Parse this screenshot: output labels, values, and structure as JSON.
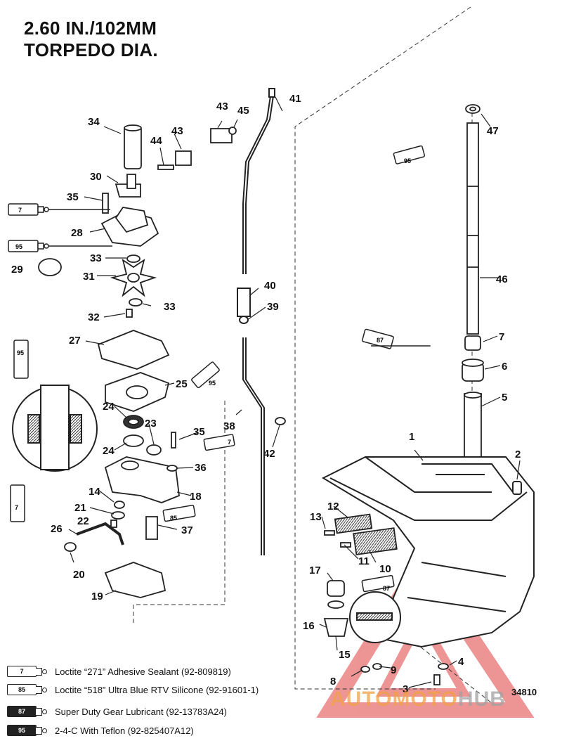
{
  "title": {
    "line1": "2.60 IN./102MM",
    "line2": "TORPEDO DIA."
  },
  "callouts": [
    "1",
    "2",
    "3",
    "4",
    "5",
    "6",
    "7",
    "8",
    "9",
    "10",
    "11",
    "12",
    "13",
    "14",
    "15",
    "16",
    "17",
    "18",
    "19",
    "20",
    "21",
    "22",
    "23",
    "24",
    "24",
    "25",
    "26",
    "27",
    "28",
    "29",
    "30",
    "31",
    "32",
    "33",
    "33",
    "34",
    "35",
    "35",
    "36",
    "37",
    "38",
    "39",
    "40",
    "41",
    "42",
    "43",
    "43",
    "44",
    "45",
    "46",
    "47"
  ],
  "tubes": [
    "7",
    "95",
    "95",
    "87",
    "95",
    "7",
    "85",
    "7",
    "87",
    "95"
  ],
  "legend": [
    {
      "code": "7",
      "text": "Loctite “271” Adhesive Sealant (92-809819)"
    },
    {
      "code": "85",
      "text": "Loctite “518” Ultra Blue RTV Silicone (92-91601-1)"
    },
    {
      "code": "87",
      "text": "Super Duty Gear Lubricant (92-13783A24)"
    },
    {
      "code": "95",
      "text": "2-4-C  With Teflon (92-825407A12)"
    }
  ],
  "figure_number": "34810",
  "watermark": {
    "part1": "AUTOMOTO",
    "part2": "HUB"
  },
  "colors": {
    "line": "#222222",
    "watermark_red": "#e04040",
    "watermark_orange": "#f0a046"
  }
}
